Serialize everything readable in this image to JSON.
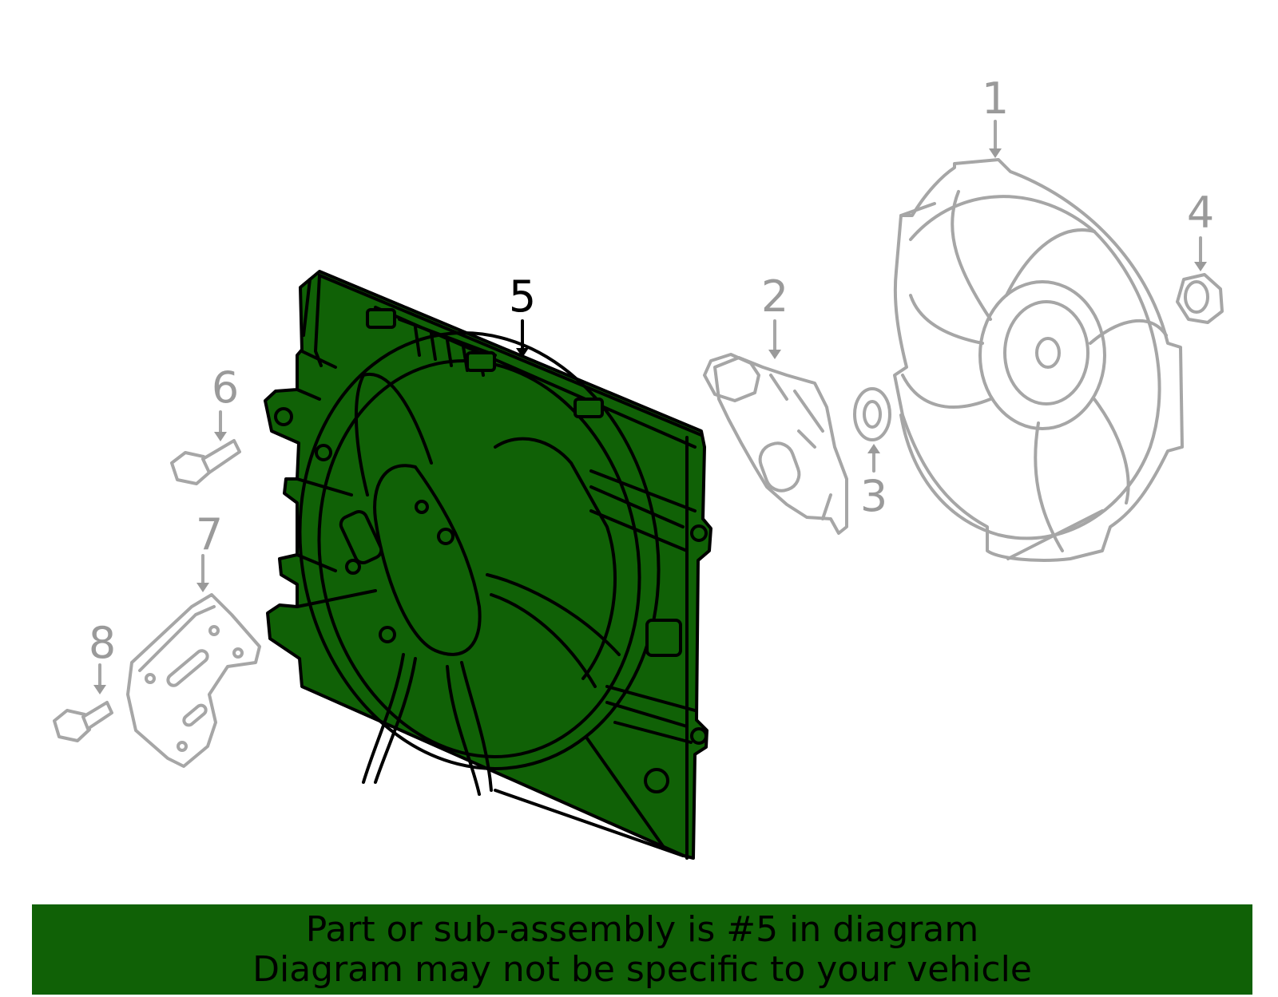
{
  "callouts": {
    "c1": "1",
    "c2": "2",
    "c3": "3",
    "c4": "4",
    "c5": "5",
    "c6": "6",
    "c7": "7",
    "c8": "8"
  },
  "highlighted_part": "5",
  "colors": {
    "highlight_fill": "#106106",
    "other_parts_stroke": "#a6a6a6",
    "callout_gray": "#9a9a9a",
    "banner_background": "#106106"
  },
  "banner": {
    "line1": "Part or sub-assembly is #5 in diagram",
    "line2": "Diagram may not be specific to your vehicle"
  }
}
